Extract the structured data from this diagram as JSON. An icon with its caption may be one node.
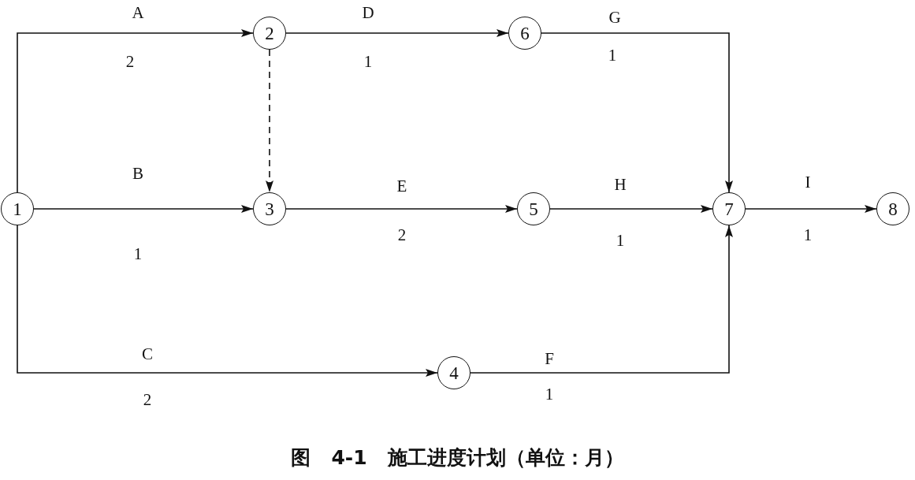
{
  "diagram": {
    "caption": "图 4-1 施工进度计划（单位：月）",
    "nodes": [
      {
        "text": [
          "1"
        ]
      },
      {
        "text": [
          "2"
        ]
      },
      {
        "text": [
          "3"
        ]
      },
      {
        "text": [
          "4"
        ]
      },
      {
        "text": [
          "5"
        ]
      },
      {
        "text": [
          "6"
        ]
      },
      {
        "text": [
          "7"
        ]
      },
      {
        "text": [
          "8"
        ]
      }
    ],
    "edges": [
      {
        "from": 0,
        "to": 1,
        "arrow": "to",
        "label": "A"
      },
      {
        "from": 0,
        "to": 2,
        "arrow": "to",
        "label": "B"
      },
      {
        "from": 0,
        "to": 3,
        "arrow": "to",
        "label": "C"
      },
      {
        "from": 1,
        "to": 2,
        "arrow": "to",
        "style": "dashed"
      },
      {
        "from": 1,
        "to": 5,
        "arrow": "to",
        "label": "D"
      },
      {
        "from": 2,
        "to": 4,
        "arrow": "to",
        "label": "E"
      },
      {
        "from": 3,
        "to": 6,
        "arrow": "to",
        "label": "F"
      },
      {
        "from": 5,
        "to": 6,
        "arrow": "to",
        "label": "G"
      },
      {
        "from": 4,
        "to": 6,
        "arrow": "to",
        "label": "H"
      },
      {
        "from": 6,
        "to": 7,
        "arrow": "to",
        "label": "I"
      }
    ],
    "labels": [
      "2",
      "1",
      "1",
      "1",
      "2",
      "1",
      "1",
      "2",
      "1"
    ]
  }
}
